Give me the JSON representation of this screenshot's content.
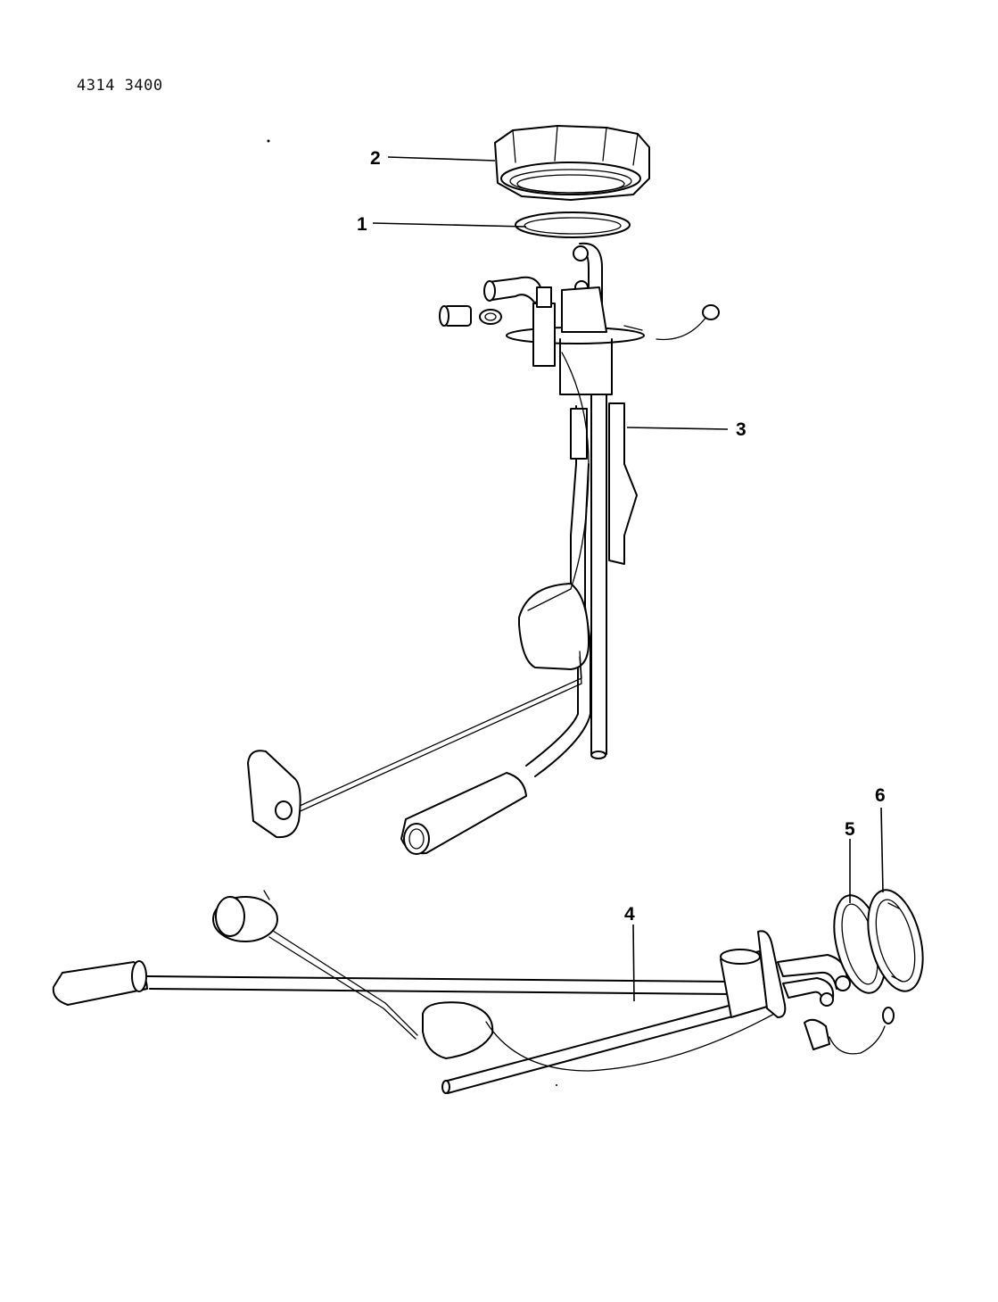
{
  "document": {
    "reference_code": "4314  3400"
  },
  "callouts": [
    {
      "id": "1",
      "label": "1"
    },
    {
      "id": "2",
      "label": "2"
    },
    {
      "id": "3",
      "label": "3"
    },
    {
      "id": "4",
      "label": "4"
    },
    {
      "id": "5",
      "label": "5"
    },
    {
      "id": "6",
      "label": "6"
    }
  ]
}
